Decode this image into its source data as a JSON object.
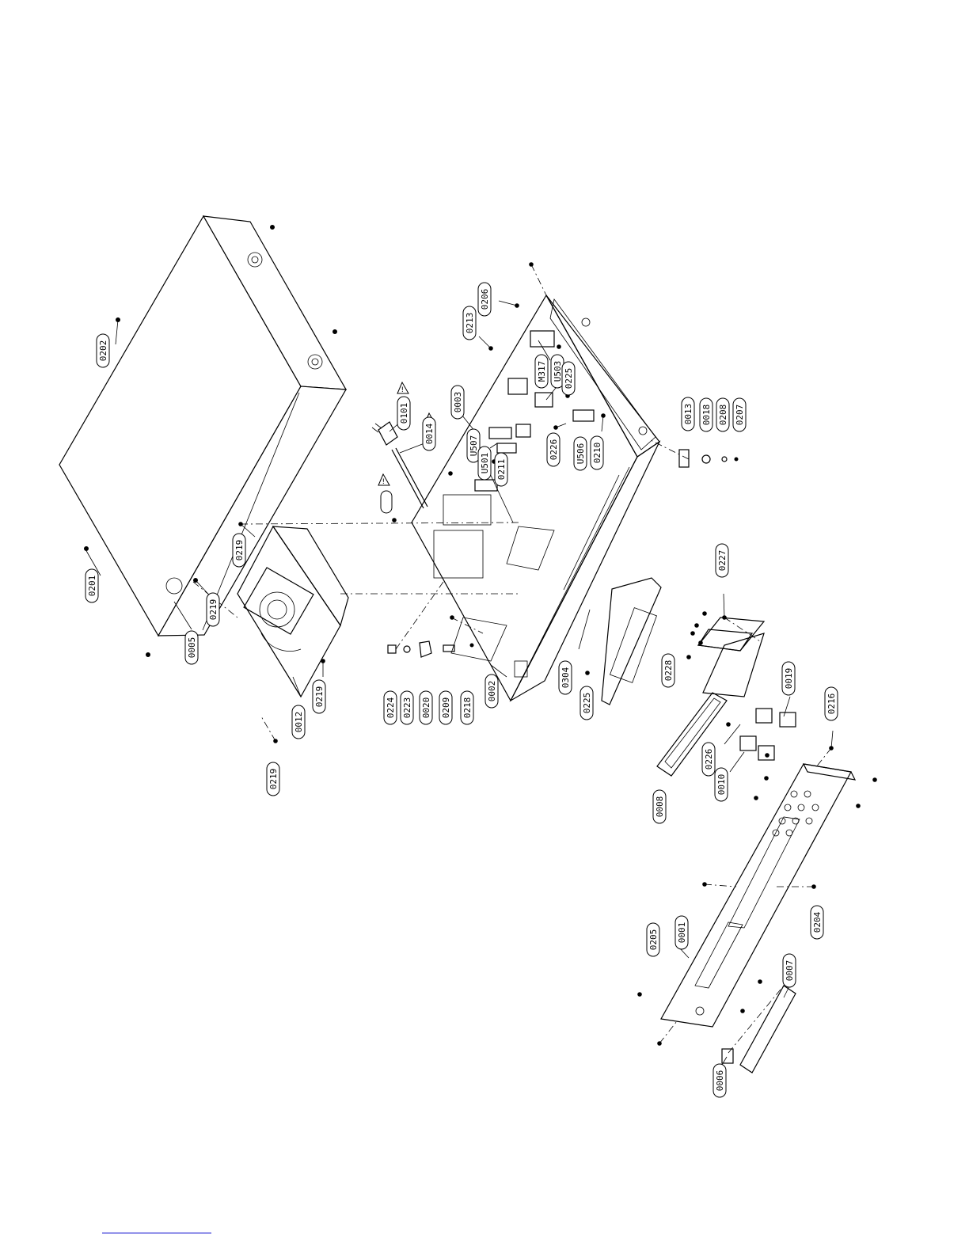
{
  "diagram": {
    "part_labels": [
      "0201",
      "0202",
      "0005",
      "0219",
      "0219",
      "0219",
      "0219",
      "0012",
      "0101",
      "0014",
      "0003",
      "0213",
      "0206",
      "M317",
      "U503",
      "0225",
      "U507",
      "U501",
      "0211",
      "0226",
      "U506",
      "0210",
      "0013",
      "0018",
      "0208",
      "0207",
      "0224",
      "0223",
      "0020",
      "0209",
      "0218",
      "0002",
      "0304",
      "0225",
      "0228",
      "0227",
      "0019",
      "0216",
      "0226",
      "0010",
      "0008",
      "0205",
      "0001",
      "0204",
      "0007",
      "0006"
    ],
    "warning_symbol": "!"
  },
  "colors": {
    "line": "#000000",
    "background": "#ffffff",
    "footer_rule": "#0000cc"
  }
}
